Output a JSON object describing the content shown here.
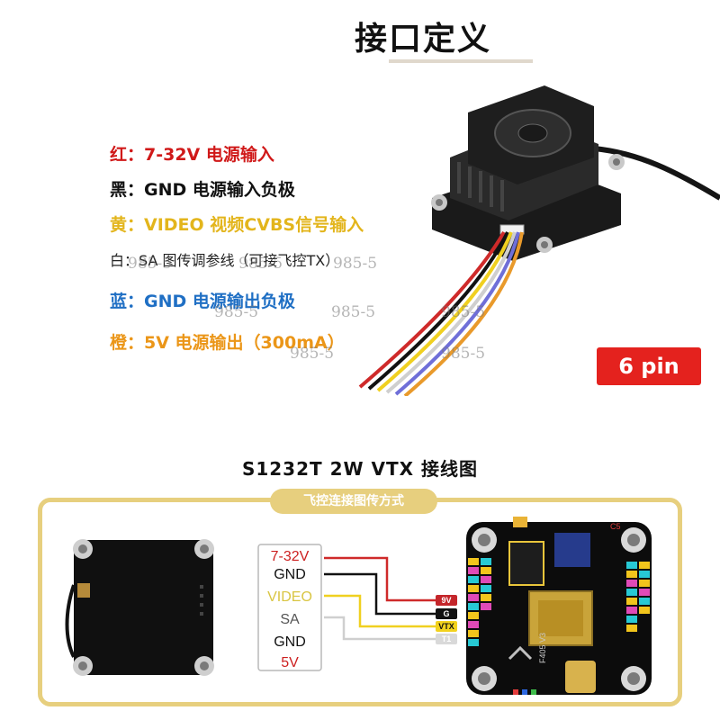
{
  "title": "接口定义",
  "legend": [
    {
      "text": "红：7-32V 电源输入",
      "color": "#d01919"
    },
    {
      "text": "黑：GND 电源输入负极",
      "color": "#111111"
    },
    {
      "text": "黄：VIDEO 视频CVBS信号输入",
      "color": "#e3b51c"
    },
    {
      "text": "白：SA 图传调参线（可接飞控TX）",
      "color": "#222222"
    },
    {
      "text": "蓝：GND 电源输出负极",
      "color": "#1f6fc4"
    },
    {
      "text": "橙：5V 电源输出（300mA）",
      "color": "#eb9618"
    }
  ],
  "pin_badge": "6 pin",
  "watermark_text": "985-5",
  "diagram_title": "S1232T 2W VTX 接线图",
  "frame_tag": "飞控连接图传方式",
  "pins": [
    {
      "label": "7-32V",
      "color": "#cc1f1f"
    },
    {
      "label": "GND",
      "color": "#111111"
    },
    {
      "label": "VIDEO",
      "color": "#d9c542"
    },
    {
      "label": "SA",
      "color": "#555555"
    },
    {
      "label": "GND",
      "color": "#111111"
    },
    {
      "label": "5V",
      "color": "#cc1f1f"
    }
  ],
  "fc_pads": [
    {
      "label": "9V",
      "bg": "#c4262b",
      "fg": "#ffffff"
    },
    {
      "label": "G",
      "bg": "#111111",
      "fg": "#ffffff"
    },
    {
      "label": "VTX",
      "bg": "#f2d21e",
      "fg": "#111111"
    },
    {
      "label": "T1",
      "bg": "#d9d9d9",
      "fg": "#ffffff"
    }
  ],
  "fc_board_text": "F405 V3",
  "fc_connector_text": "C5",
  "wire_colors": {
    "red": "#cf2a2a",
    "black": "#111111",
    "yellow": "#f0d020",
    "white": "#cfcfcf",
    "blue": "#6f6fd8",
    "orange": "#e99a2b"
  }
}
